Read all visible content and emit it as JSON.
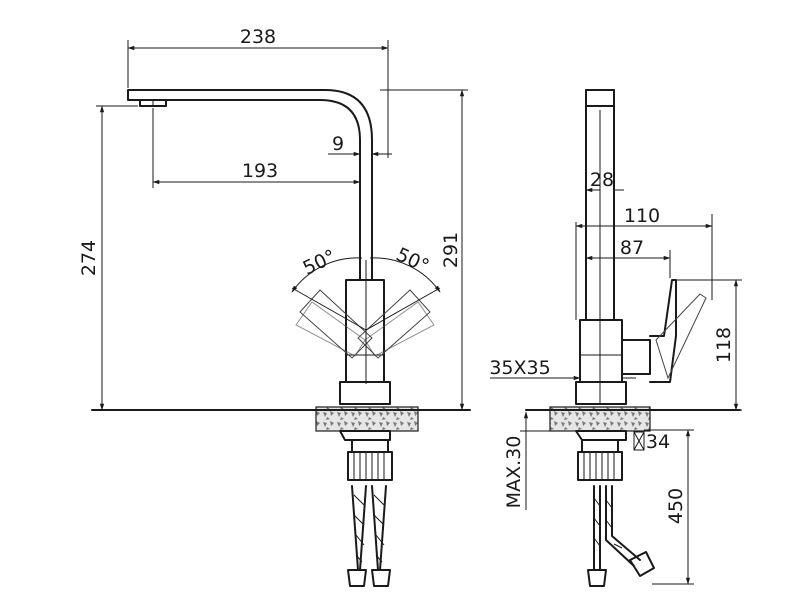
{
  "dimensions": {
    "spout_length": "238",
    "spout_tip_offset": "193",
    "spout_tube_width": "9",
    "height_to_aerator": "274",
    "total_height": "291",
    "handle_swing_left": "50°",
    "handle_swing_right": "50°",
    "spout_depth": "28",
    "body_depth": "110",
    "lever_reach": "87",
    "lever_height": "118",
    "body_section": "35X35",
    "shank_size": "34",
    "max_deck_thickness": "MAX.30",
    "hose_length": "450"
  },
  "colors": {
    "line": "#1a1a1a",
    "stone": "#d9d9d9",
    "background": "#ffffff"
  }
}
